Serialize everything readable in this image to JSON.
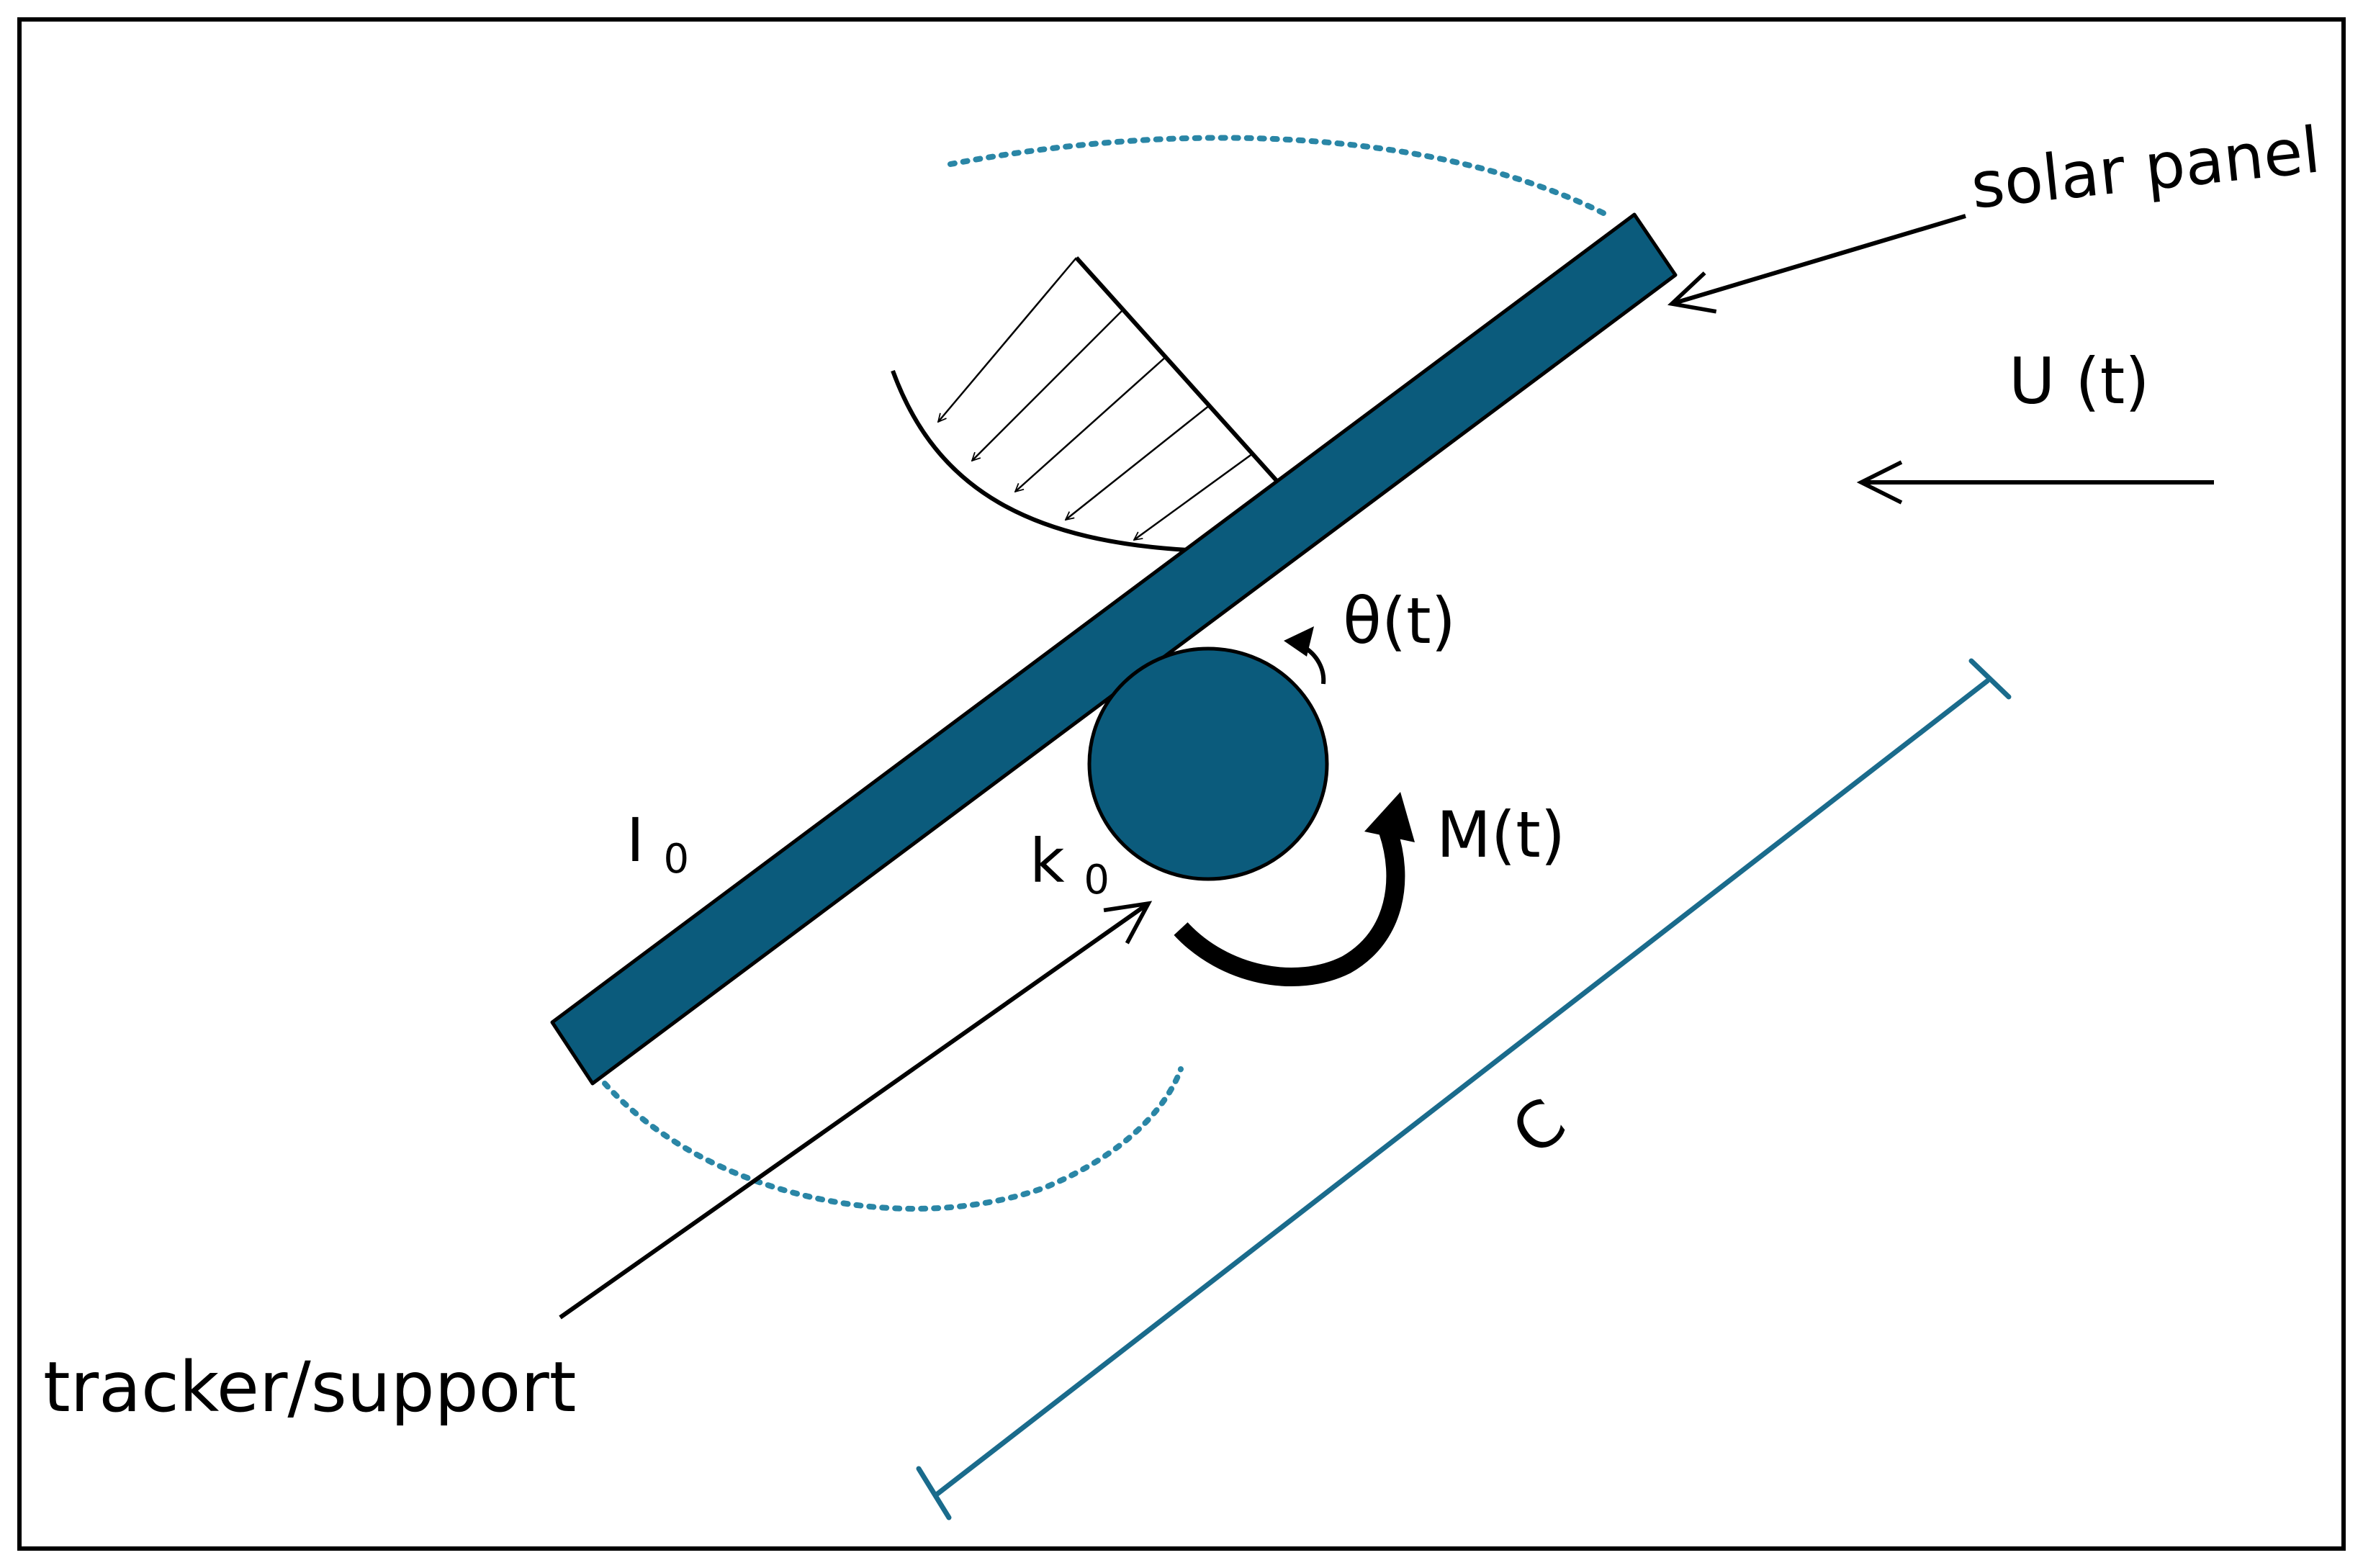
{
  "labels": {
    "solar_panel": "solar panel",
    "wind_speed": "U (t)",
    "rotation_angle": "θ(t)",
    "moment": "M(t)",
    "inertia": "I",
    "inertia_subscript": "0",
    "stiffness": "k",
    "stiffness_subscript": "0",
    "chord": "C",
    "tracker": "tracker/support"
  },
  "colors": {
    "panel": "#0b5b7c",
    "chord_line": "#1a6b8c",
    "swing_arc": "#2a86a6",
    "ink": "#000000"
  }
}
